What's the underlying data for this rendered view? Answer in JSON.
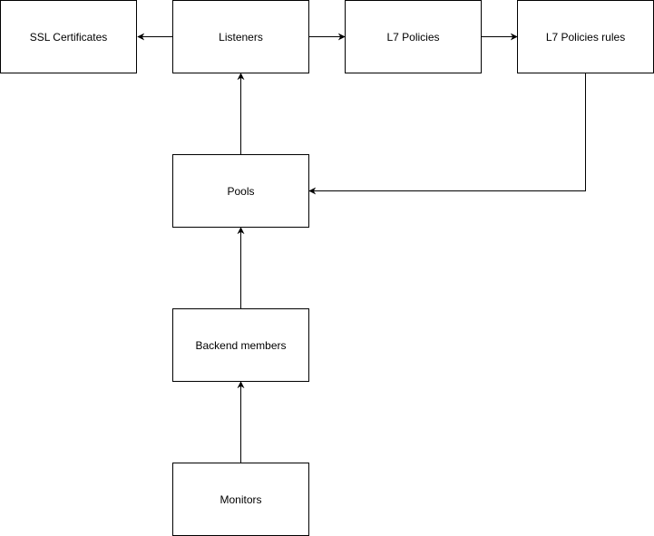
{
  "nodes": {
    "ssl_certificates": "SSL Certificates",
    "listeners": "Listeners",
    "l7_policies": "L7 Policies",
    "l7_policies_rules": "L7 Policies rules",
    "pools": "Pools",
    "backend_members": "Backend members",
    "monitors": "Monitors"
  },
  "edges": [
    {
      "from": "listeners",
      "to": "ssl_certificates"
    },
    {
      "from": "listeners",
      "to": "l7_policies"
    },
    {
      "from": "l7_policies",
      "to": "l7_policies_rules"
    },
    {
      "from": "l7_policies_rules",
      "to": "pools"
    },
    {
      "from": "pools",
      "to": "listeners"
    },
    {
      "from": "backend_members",
      "to": "pools"
    },
    {
      "from": "monitors",
      "to": "backend_members"
    }
  ],
  "colors": {
    "stroke": "#000000",
    "fill": "#ffffff",
    "text": "#000000"
  }
}
